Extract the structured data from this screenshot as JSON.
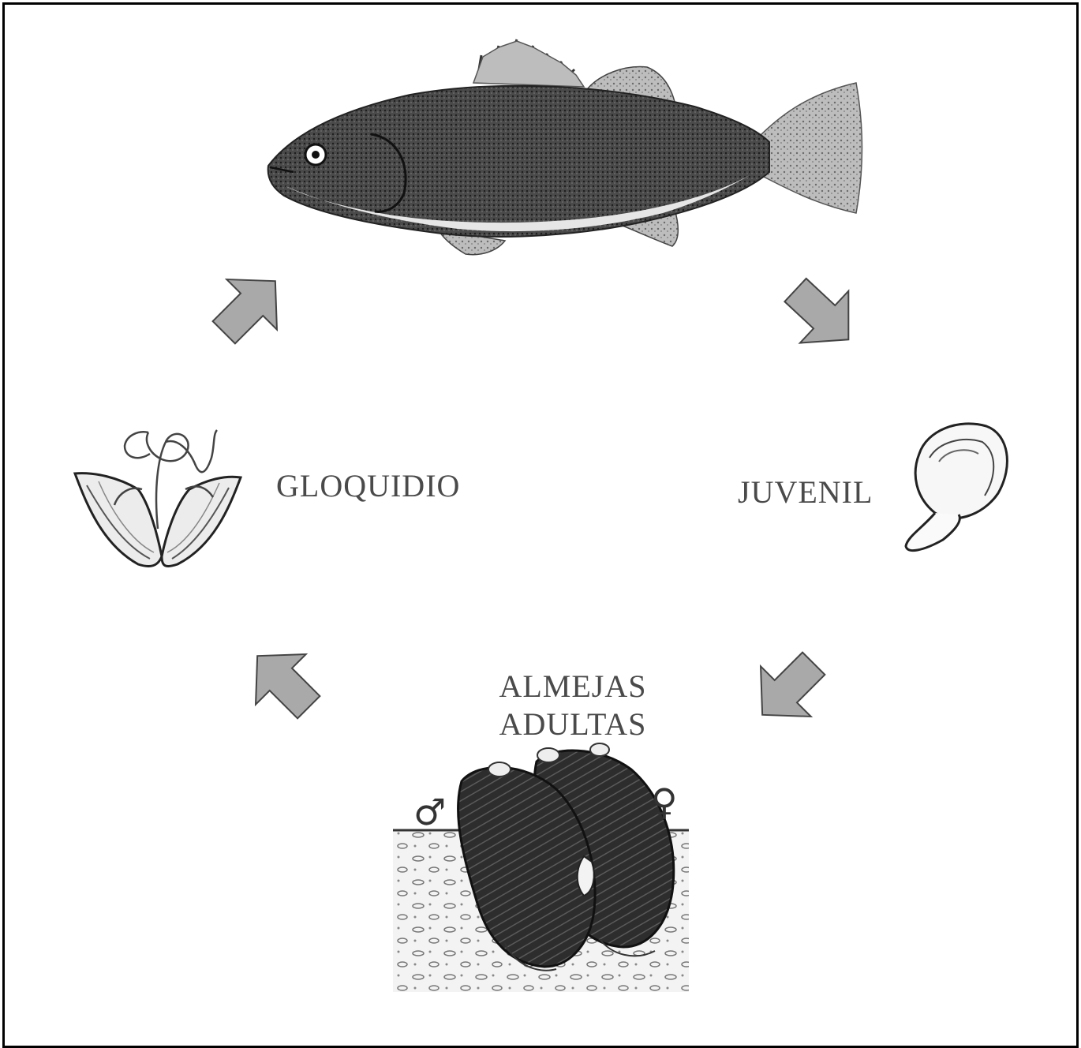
{
  "diagram": {
    "labels": {
      "gloquidio": "GLOQUIDIO",
      "juvenil": "JUVENIL",
      "adultas_line1": "ALMEJAS",
      "adultas_line2": "ADULTAS"
    },
    "stages": [
      {
        "id": "fish",
        "icon": "fish-host-illustration"
      },
      {
        "id": "juvenil",
        "icon": "juvenile-mussel-illustration"
      },
      {
        "id": "adultas",
        "icon": "adult-clams-illustration"
      },
      {
        "id": "gloquidio",
        "icon": "glochidium-illustration"
      }
    ],
    "symbols": {
      "male": "♂",
      "female": "♀"
    },
    "colors": {
      "arrow_fill": "#a9a9a9",
      "arrow_stroke": "#444444",
      "ink": "#222222",
      "label_text": "#4a4a4a"
    }
  }
}
